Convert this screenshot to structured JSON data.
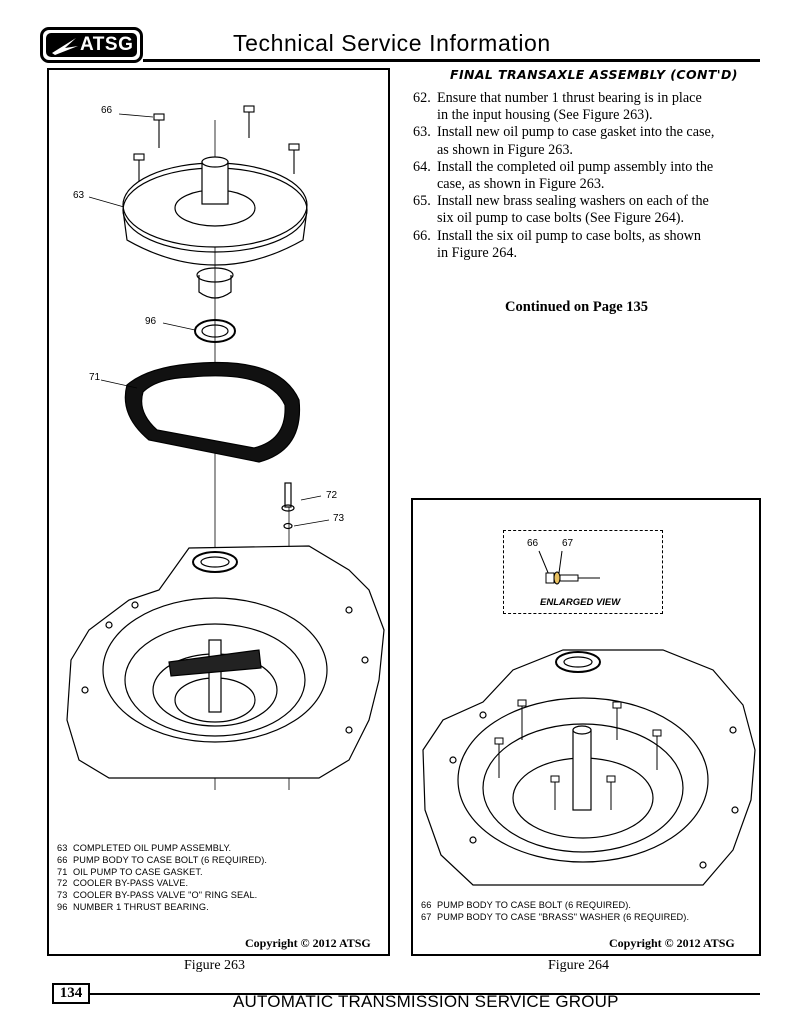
{
  "header": {
    "logo_text": "ATSG",
    "title": "Technical Service Information"
  },
  "section": {
    "title": "FINAL TRANSAXLE ASSEMBLY (CONT'D)",
    "steps": [
      {
        "num": "62.",
        "lines": [
          "Ensure that number 1 thrust bearing is in place",
          "in the input housing  (See Figure 263)."
        ]
      },
      {
        "num": "63.",
        "lines": [
          "Install new oil pump to case gasket into the case,",
          "as shown in Figure 263."
        ]
      },
      {
        "num": "64.",
        "lines": [
          "Install the completed oil pump assembly into the",
          "case, as shown in Figure 263."
        ]
      },
      {
        "num": "65.",
        "lines": [
          "Install new brass sealing washers on each of the",
          "six oil pump to case bolts  (See Figure 264)."
        ]
      },
      {
        "num": "66.",
        "lines": [
          "Install the six oil pump to case bolts, as shown",
          "in Figure 264."
        ]
      }
    ],
    "continued": "Continued on Page 135"
  },
  "figure263": {
    "caption": "Figure 263",
    "copyright": "Copyright © 2012 ATSG",
    "callouts": {
      "c66": "66",
      "c63": "63",
      "c96": "96",
      "c71": "71",
      "c72": "72",
      "c73": "73"
    },
    "legend": [
      {
        "code": "63",
        "text": "COMPLETED OIL PUMP ASSEMBLY."
      },
      {
        "code": "66",
        "text": "PUMP BODY TO CASE BOLT  (6 REQUIRED)."
      },
      {
        "code": "71",
        "text": "OIL PUMP TO CASE GASKET."
      },
      {
        "code": "72",
        "text": "COOLER BY-PASS VALVE."
      },
      {
        "code": "73",
        "text": "COOLER BY-PASS VALVE \"O\" RING SEAL."
      },
      {
        "code": "96",
        "text": "NUMBER 1 THRUST BEARING."
      }
    ]
  },
  "figure264": {
    "caption": "Figure 264",
    "copyright": "Copyright © 2012 ATSG",
    "enlarged_label": "ENLARGED VIEW",
    "callouts": {
      "c66": "66",
      "c67": "67"
    },
    "legend": [
      {
        "code": "66",
        "text": "PUMP BODY TO CASE BOLT  (6 REQUIRED)."
      },
      {
        "code": "67",
        "text": "PUMP BODY TO CASE \"BRASS\" WASHER  (6 REQUIRED)."
      }
    ]
  },
  "footer": {
    "page_number": "134",
    "org": "AUTOMATIC TRANSMISSION SERVICE GROUP"
  }
}
